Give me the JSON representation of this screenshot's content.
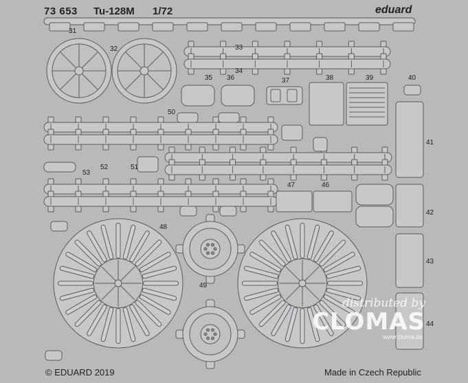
{
  "header": {
    "code": "73 653",
    "model": "Tu-128M",
    "scale": "1/72",
    "brand": "eduard"
  },
  "footer": {
    "copyright": "© EDUARD 2019",
    "origin": "Made in Czech Republic"
  },
  "watermark": {
    "top": "distributed by",
    "logo": "CLOMAS",
    "sub": "www.cloma.de"
  },
  "part_labels": [
    "31",
    "32",
    "33",
    "34",
    "35",
    "36",
    "37",
    "38",
    "39",
    "40",
    "41",
    "42",
    "43",
    "44",
    "46",
    "47",
    "48",
    "49",
    "50",
    "51",
    "52",
    "53"
  ],
  "colors": {
    "fret": "#b7b9bb",
    "part_fill": "#c6c8ca",
    "part_stroke": "#5a5c5e",
    "ink": "#222222"
  }
}
